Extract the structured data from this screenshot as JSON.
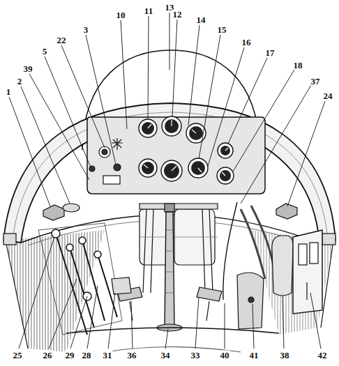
{
  "diagram": {
    "labels": [
      "22",
      "3",
      "10",
      "11",
      "13",
      "12",
      "14",
      "15",
      "16",
      "17",
      "18",
      "5",
      "39",
      "2",
      "1",
      "37",
      "24",
      "25",
      "26",
      "29",
      "28",
      "31",
      "36",
      "34",
      "33",
      "40",
      "41",
      "38",
      "42"
    ]
  }
}
